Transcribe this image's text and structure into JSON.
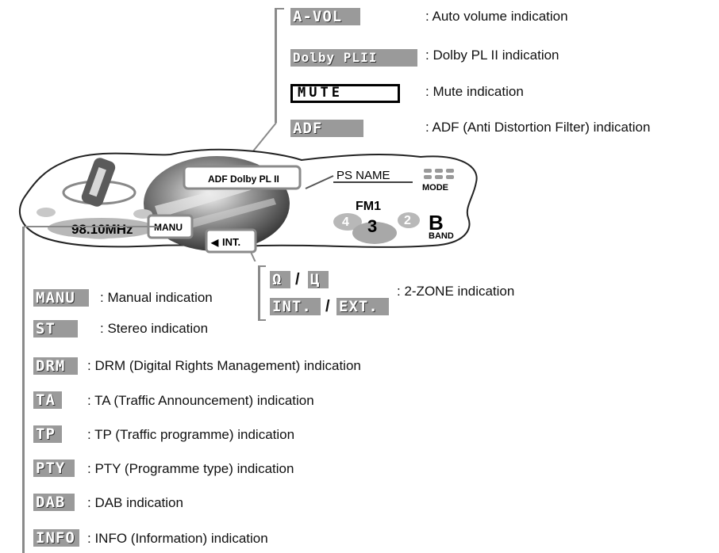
{
  "top_indicators": [
    {
      "label": "A-VOL",
      "description": ": Auto volume indication"
    },
    {
      "label": "Dolby PLII",
      "description": ": Dolby PL II indication"
    },
    {
      "label": "MUTE",
      "description": ": Mute indication"
    },
    {
      "label": "ADF",
      "description": ": ADF (Anti Distortion Filter) indication"
    }
  ],
  "display": {
    "adf_dolby": "ADF Dolby PL II",
    "ps_name": "PS NAME",
    "mode": "MODE",
    "fm": "FM1",
    "frequency": "98.10MHz",
    "manu": "MANU",
    "int": "INT.",
    "preset_4": "4",
    "preset_3": "3",
    "preset_2": "2",
    "band_letter": "B",
    "band": "BAND"
  },
  "zone": {
    "icon_a": "Ω",
    "icon_b": "Ц",
    "int": "INT.",
    "ext": "EXT.",
    "slash": "/",
    "description": ": 2-ZONE indication"
  },
  "bottom_indicators": [
    {
      "label": "MANU",
      "description": ": Manual indication"
    },
    {
      "label": "ST",
      "description": ": Stereo indication"
    },
    {
      "label": "DRM",
      "description": ": DRM (Digital Rights Management) indication"
    },
    {
      "label": "TA",
      "description": ": TA (Traffic Announcement) indication"
    },
    {
      "label": "TP",
      "description": ": TP (Traffic programme) indication"
    },
    {
      "label": "PTY",
      "description": ": PTY (Programme type) indication"
    },
    {
      "label": "DAB",
      "description": ": DAB indication"
    },
    {
      "label": "INFO",
      "description": ": INFO (Information) indication"
    }
  ]
}
